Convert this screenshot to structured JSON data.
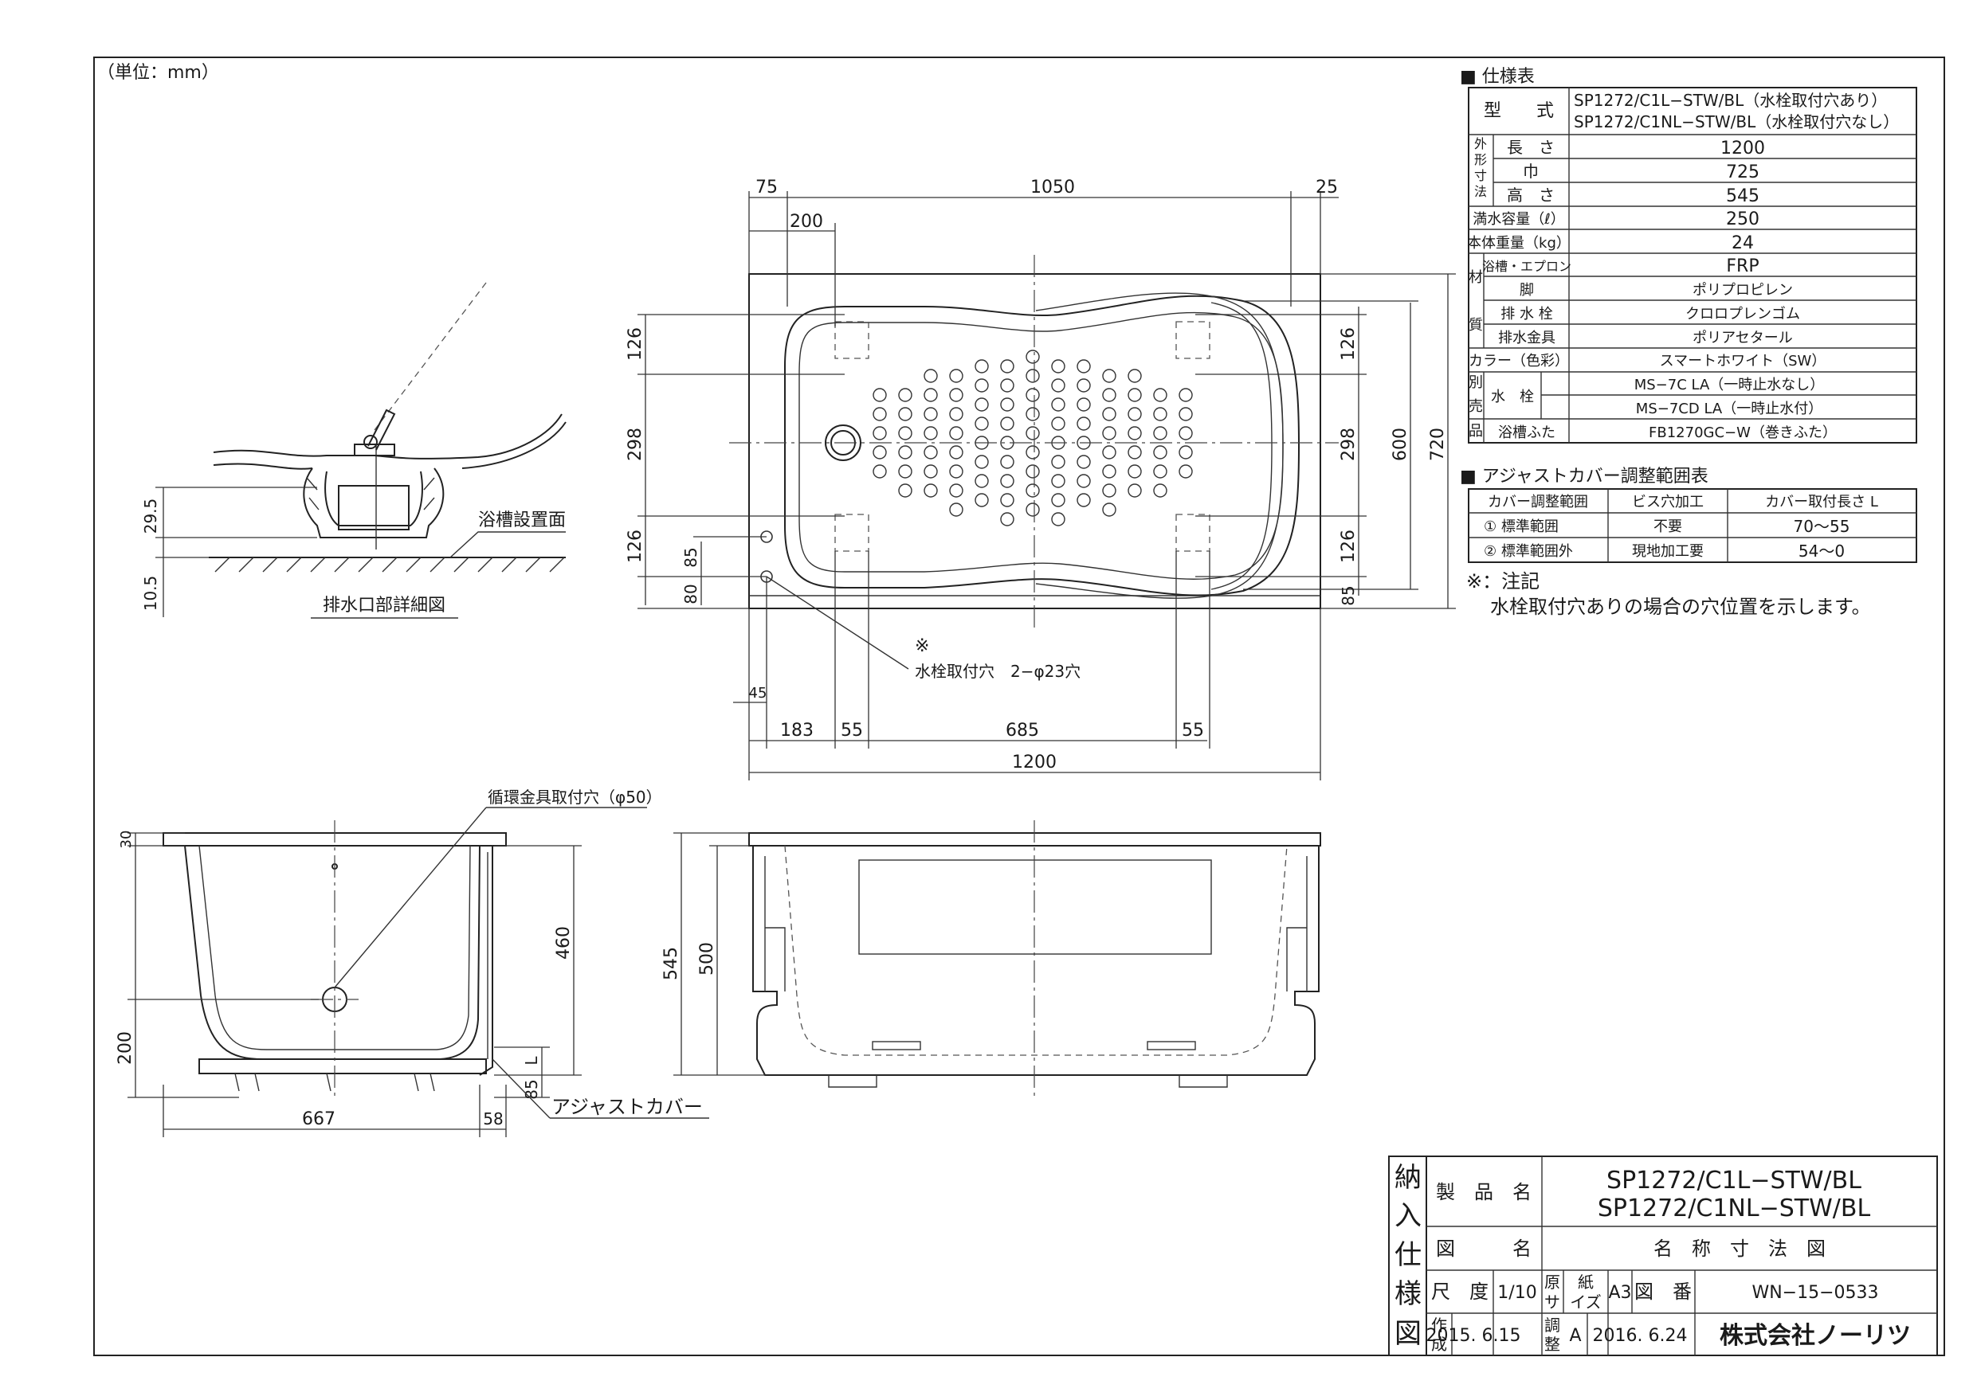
{
  "unit_label": "（単位：mm）",
  "spec_table": {
    "title": "■ 仕様表",
    "model_label": "型　　式",
    "model_values": [
      "SP1272/C1L−STW/BL（水栓取付穴あり）",
      "SP1272/C1NL−STW/BL（水栓取付穴なし）"
    ],
    "dims_group_label": "外形寸法(mm)",
    "rows": [
      {
        "label": "長　さ",
        "value": "1200"
      },
      {
        "label": "巾",
        "value": "725"
      },
      {
        "label": "高　さ",
        "value": "545"
      }
    ],
    "capacity_label": "満水容量（ℓ）",
    "capacity_value": "250",
    "weight_label": "本体重量（kg）",
    "weight_value": "24",
    "material_group_label": "材質",
    "materials": [
      {
        "label": "浴槽・エプロン",
        "value": "FRP"
      },
      {
        "label": "脚",
        "value": "ポリプロピレン"
      },
      {
        "label": "排 水 栓",
        "value": "クロロプレンゴム"
      },
      {
        "label": "排水金具",
        "value": "ポリアセタール"
      }
    ],
    "color_label": "カラー（色彩）",
    "color_value": "スマートホワイト（SW）",
    "sold_group_label": "別売品",
    "faucet_label": "水　栓",
    "faucet_values": [
      "MS−7C LA（一時止水なし）",
      "MS−7CD LA（一時止水付）"
    ],
    "lid_label": "浴槽ふた",
    "lid_value": "FB1270GC−W（巻きふた）"
  },
  "adjust_table": {
    "title": "■ アジャストカバー調整範囲表",
    "headers": [
      "カバー調整範囲",
      "ビス穴加工",
      "カバー取付長さ L"
    ],
    "rows": [
      [
        "① 標準範囲",
        "不要",
        "70〜55"
      ],
      [
        "② 標準範囲外",
        "現地加工要",
        "54〜0"
      ]
    ]
  },
  "notes": {
    "title": "※：注記",
    "text": "水栓取付穴ありの場合の穴位置を示します。"
  },
  "drain_detail": {
    "title": "排水口部詳細図",
    "floor_label": "浴槽設置面",
    "dims": [
      "29.5",
      "10.5"
    ]
  },
  "plan_view": {
    "top_dims": [
      "75",
      "1050",
      "25",
      "200"
    ],
    "left_dims": [
      "126",
      "298",
      "126",
      "85",
      "80"
    ],
    "right_dims": [
      "126",
      "298",
      "126",
      "600",
      "720",
      "85"
    ],
    "bottom_dims": [
      "45",
      "183",
      "55",
      "685",
      "55",
      "1200"
    ],
    "faucet_note_mark": "※",
    "faucet_note": "水栓取付穴　2−φ23穴"
  },
  "side_view": {
    "hole_label": "循環金具取付穴（φ50）",
    "dims": [
      "30",
      "460",
      "200",
      "667",
      "58",
      "L",
      "85"
    ],
    "cover_label": "アジャストカバー"
  },
  "front_view": {
    "dims": [
      "545",
      "500"
    ]
  },
  "title_block": {
    "side_title": [
      "納",
      "入",
      "仕",
      "様",
      "図"
    ],
    "product_label": "製　品　名",
    "product_values": [
      "SP1272/C1L−STW/BL",
      "SP1272/C1NL−STW/BL"
    ],
    "drawing_name_label": "図　　　名",
    "drawing_name": "名　称　寸　法　図",
    "scale_label": "尺　度",
    "scale_value": "1/10",
    "paper_label": "原紙サイズ",
    "paper_value": "A3",
    "drawing_no_label": "図　番",
    "drawing_no": "WN−15−0533",
    "created_label": "作成",
    "created_date": "2015. 6.15",
    "revised_label": "調整",
    "revision": "A",
    "revised_date": "2016. 6.24",
    "company": "株式会社ノーリツ"
  }
}
